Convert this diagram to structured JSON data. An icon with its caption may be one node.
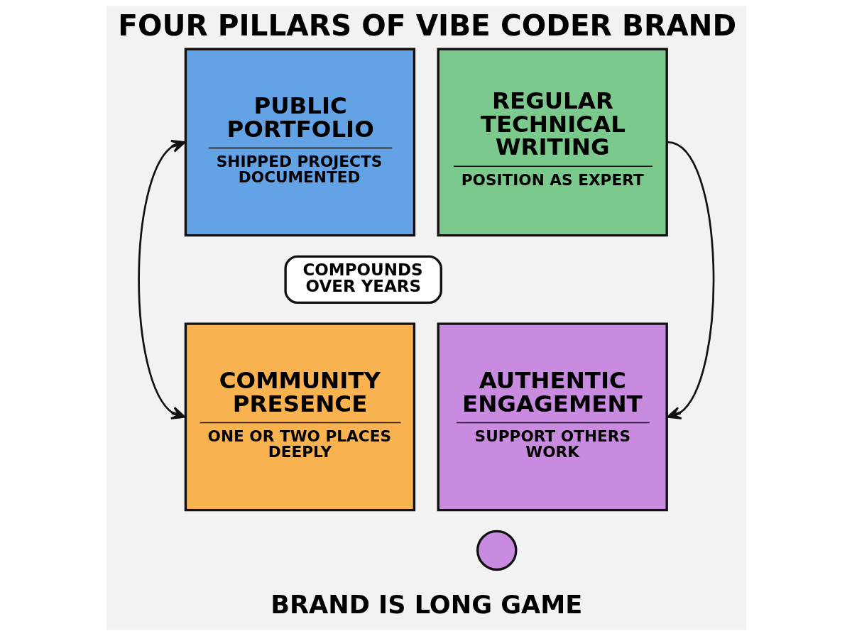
{
  "diagram": {
    "title": "FOUR PILLARS OF VIBE CODER BRAND",
    "caption": "BRAND IS LONG GAME",
    "nodes": [
      {
        "text": [
          "PUBLIC PORTFOLIO",
          "SHIPPED PROJECTS DOCUMENTED"
        ]
      },
      {
        "text": [
          "REGULAR TECHNICAL WRITING",
          "POSITION AS EXPERT"
        ]
      },
      {
        "text": [
          "COMPOUNDS OVER YEARS"
        ]
      },
      {
        "text": [
          "COMMUNITY PRESENCE",
          "ONE OR TWO PLACES DEEPLY"
        ]
      },
      {
        "text": [
          "AUTHENTIC ENGAGEMENT",
          "SUPPORT OTHERS WORK"
        ]
      },
      {
        "text": [],
        "shape": "circle"
      }
    ],
    "edges": [
      {
        "from": 0,
        "to": 3,
        "arrow": "both"
      },
      {
        "from": 1,
        "to": 4,
        "arrow": "to"
      }
    ]
  }
}
